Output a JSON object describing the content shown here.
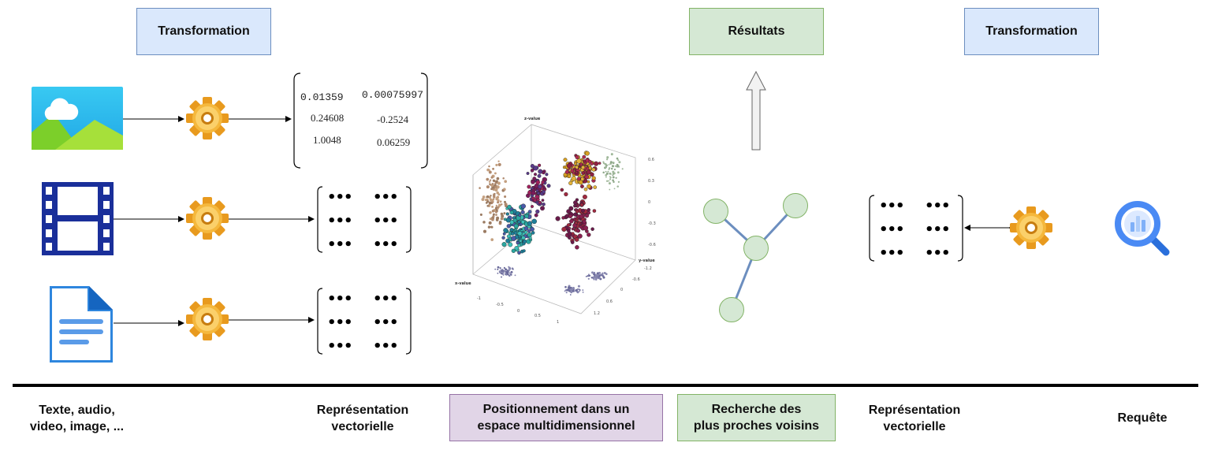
{
  "headers": {
    "left_transformation": "Transformation",
    "results": "Résultats",
    "right_transformation": "Transformation"
  },
  "bottom": {
    "sources": "Texte, audio,\nvideo, image, ...",
    "vector_repr_left": "Représentation\nvectorielle",
    "positioning": "Positionnement dans un\nespace multidimensionnel",
    "nn_search": "Recherche des\nplus proches voisins",
    "vector_repr_right": "Représentation\nvectorielle",
    "query": "Requête"
  },
  "vector_values": {
    "row1": [
      "0.01359",
      "0.00075997"
    ],
    "row2": [
      "0.24608",
      "-0.2524"
    ],
    "row3": [
      "1.0048",
      "0.06259"
    ]
  },
  "ellipsis_cell": "•••",
  "scatter_axes": {
    "z_label": "z-value",
    "y_label": "y-value",
    "x_label": "x-value",
    "z_ticks": [
      "0.6",
      "0.3",
      "0",
      "-0.3",
      "-0.6"
    ],
    "y_ticks": [
      "-1.2",
      "-0.6",
      "0",
      "0.6",
      "1.2"
    ],
    "x_ticks": [
      "-1",
      "-0.5",
      "0",
      "0.5",
      "1"
    ]
  },
  "icons": {
    "image": "image-icon",
    "video": "film-icon",
    "document": "document-icon",
    "gear": "gear-icon",
    "search": "search-analytics-icon"
  },
  "colors": {
    "blue_fill": "#dae8fc",
    "blue_stroke": "#6c8ebf",
    "green_fill": "#d5e8d4",
    "green_stroke": "#82b366",
    "purple_fill": "#e1d5e7",
    "purple_stroke": "#9673a6",
    "gear": "#f0a830",
    "film": "#1a2f9a",
    "doc": "#2e86de"
  }
}
